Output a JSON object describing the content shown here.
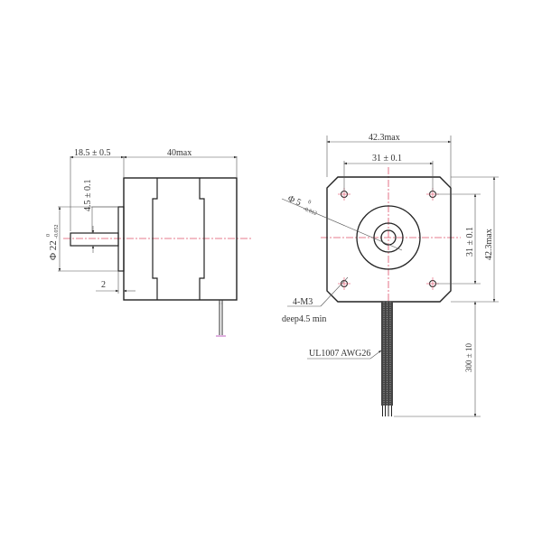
{
  "drawing": {
    "type": "stepper motor dimensional drawing",
    "side_view": {
      "shaft_length": "18.5 ± 0.5",
      "body_length": "40max",
      "flat_depth": "4.5 ± 0.1",
      "boss_diameter_main": "Φ 22",
      "boss_diameter_tol_upper": "0",
      "boss_diameter_tol_lower": "-0.052",
      "boss_height": "2"
    },
    "front_view": {
      "overall_width": "42.3max",
      "hole_spacing_h": "31 ± 0.1",
      "hole_spacing_v": "31 ± 0.1",
      "overall_height": "42.3max",
      "shaft_diameter_main": "Φ 5",
      "shaft_diameter_tol_upper": "0",
      "shaft_diameter_tol_lower": "-0.012",
      "mount_holes": "4-M3",
      "mount_hole_depth": "deep4.5 min",
      "cable_spec": "UL1007  AWG26",
      "cable_length": "300 ± 10"
    },
    "colors": {
      "line": "#222222",
      "dim_line": "#555555",
      "center_line": "#e0506a",
      "text": "#333333"
    }
  }
}
